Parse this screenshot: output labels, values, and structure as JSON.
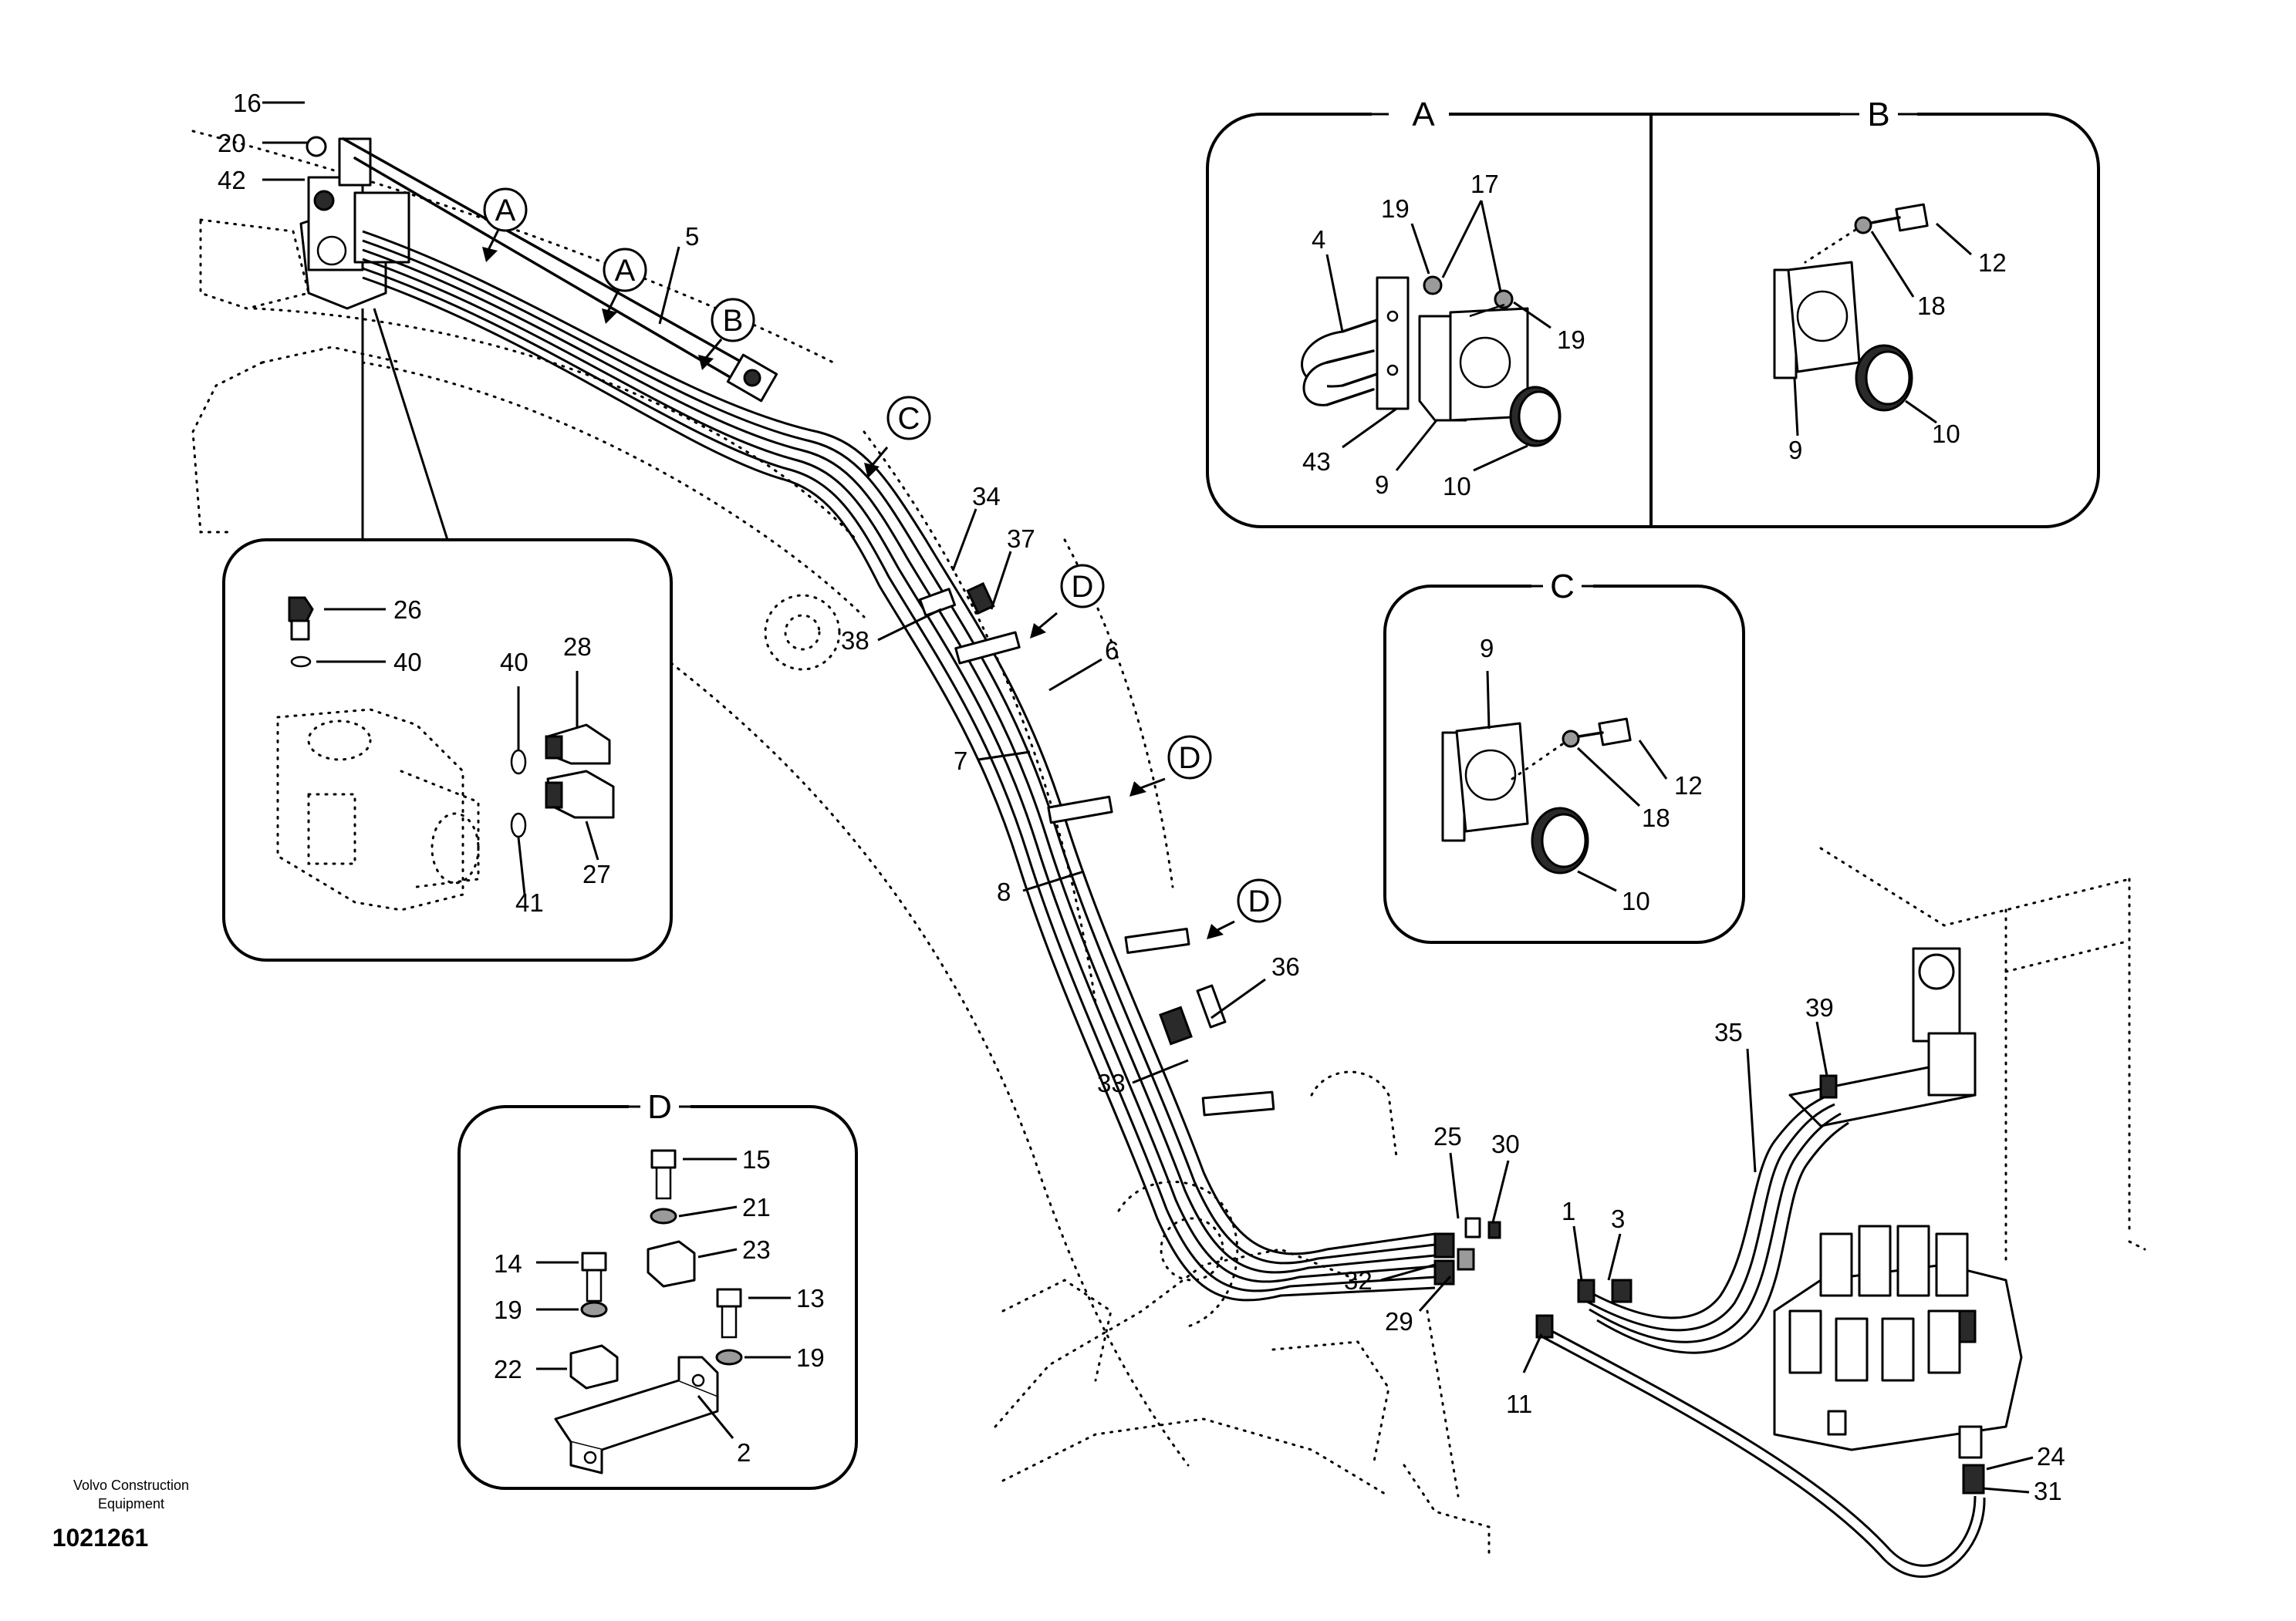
{
  "credit": {
    "line1": "Volvo Construction",
    "line2": "Equipment",
    "drawing_number": "1021261"
  },
  "detail_views": {
    "A": "A",
    "B": "B",
    "C": "C",
    "D": "D"
  },
  "callouts": {
    "A1": "A",
    "A2": "A",
    "B": "B",
    "C": "C",
    "D1": "D",
    "D2": "D",
    "D3": "D"
  },
  "labels": {
    "n16": "16",
    "n20": "20",
    "n42": "42",
    "n5": "5",
    "n34": "34",
    "n37": "37",
    "n38": "38",
    "n6": "6",
    "n7": "7",
    "n8": "8",
    "n36": "36",
    "n33": "33",
    "n25": "25",
    "n30": "30",
    "n32": "32",
    "n29": "29",
    "n1": "1",
    "n3": "3",
    "n11": "11",
    "n35": "35",
    "n39": "39",
    "n24": "24",
    "n31": "31",
    "i26": "26",
    "i40a": "40",
    "i40b": "40",
    "i28": "28",
    "i27": "27",
    "i41": "41",
    "a4": "4",
    "a19a": "19",
    "a17": "17",
    "a19b": "19",
    "a43": "43",
    "a9": "9",
    "a10": "10",
    "b12": "12",
    "b18": "18",
    "b9": "9",
    "b10": "10",
    "c9": "9",
    "c12": "12",
    "c18": "18",
    "c10": "10",
    "d15": "15",
    "d21": "21",
    "d23": "23",
    "d14": "14",
    "d13": "13",
    "d19a": "19",
    "d19b": "19",
    "d22": "22",
    "d2": "2"
  }
}
